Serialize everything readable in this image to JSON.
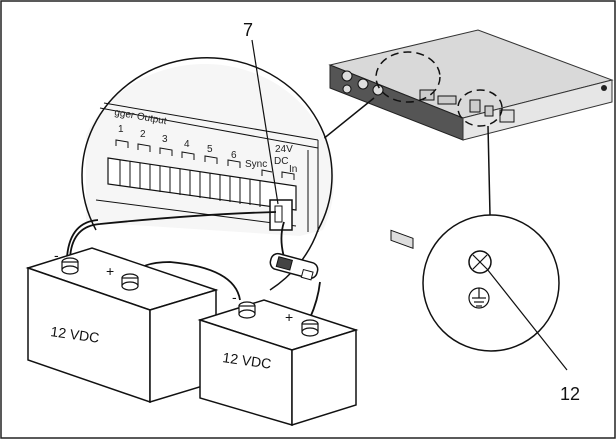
{
  "callouts": {
    "seven": "7",
    "twelve": "12"
  },
  "panel": {
    "title": "gger Output",
    "channels": [
      "1",
      "2",
      "3",
      "4",
      "5",
      "6"
    ],
    "sync": "Sync",
    "dc_top": "24V",
    "dc_mid": "DC",
    "dc_in": "In"
  },
  "batteries": {
    "left": {
      "label": "12 VDC",
      "neg": "-",
      "pos": "+"
    },
    "right": {
      "label": "12 VDC",
      "neg": "-",
      "pos": "+"
    }
  },
  "colors": {
    "line": "#111111",
    "device_top": "#d9d9d9",
    "device_front": "#4a4a4a",
    "panel_fill": "#f2f2f2"
  }
}
